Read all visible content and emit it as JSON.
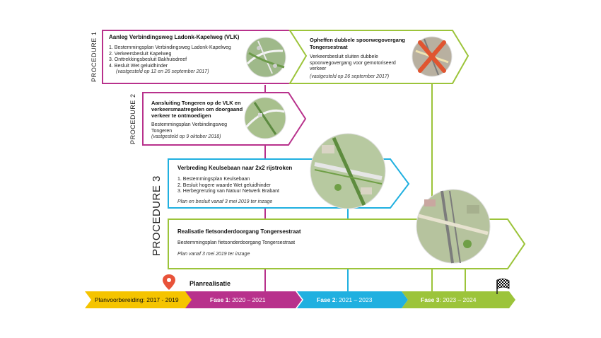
{
  "procedures": {
    "p1": "PROCEDURE 1",
    "p2": "PROCEDURE 2",
    "p3": "PROCEDURE 3"
  },
  "boxes": {
    "vlk": {
      "title": "Aanleg Verbindingsweg Ladonk-Kapelweg (VLK)",
      "items": [
        "1. Bestemmingsplan Verbindingsweg Ladonk-Kapelweg",
        "2. Verkeersbesluit Kapelweg",
        "3. Onttrekkingsbesluit Bakhuisdreef",
        "4. Besluit Wet geluidhinder"
      ],
      "note": "(vastgesteld op 12 en 26 september 2017)"
    },
    "spoor": {
      "title": "Opheffen dubbele spoorwegovergang Tongersestraat",
      "body": "Verkeersbesluit sluiten dubbele spoorwegovergang voor gemotoriseerd verkeer",
      "note": "(vastgesteld op 26 september 2017)"
    },
    "tongeren": {
      "title": "Aansluiting Tongeren op de VLK en verkeersmaatregelen om doorgaand verkeer te ontmoedigen",
      "body": "Bestemmingsplan Verbindingsweg Tongeren",
      "note": "(vastgesteld op 9 oktober 2018)"
    },
    "keulse": {
      "title": "Verbreding Keulsebaan naar 2x2 rijstroken",
      "items": [
        "1. Bestemmingsplan Keulsebaan",
        "2. Besluit hogere waarde Wet geluidhinder",
        "3. Herbegrenzing van Natuur Netwerk Brabant"
      ],
      "note": "Plan en besluit vanaf 3 mei 2019 ter inzage"
    },
    "fiets": {
      "title": "Realisatie fietsonderdoorgang Tongersestraat",
      "body": "Bestemmingsplan fietsonderdoorgang Tongersestraat",
      "note": "Plan vanaf 3 mei 2019 ter inzage"
    }
  },
  "timeline": {
    "planrealisatie": "Planrealisatie",
    "phases": [
      {
        "label": "Planvoorbereiding:  2017 - 2019",
        "color": "#f5c400"
      },
      {
        "label_bold": "Fase 1",
        "label_rest": ": 2020 – 2021",
        "color": "#b8318c"
      },
      {
        "label_bold": "Fase 2",
        "label_rest": ":  2021 – 2023",
        "color": "#20b0e0"
      },
      {
        "label_bold": "Fase 3",
        "label_rest": ":  2023 – 2024",
        "color": "#9cc43a"
      }
    ]
  },
  "colors": {
    "magenta": "#b8318c",
    "cyan": "#20b0e0",
    "green": "#9cc43a",
    "yellow": "#f5c400",
    "pin": "#e8533a"
  },
  "icons": {
    "pin": "location-pin-icon",
    "finish": "checkered-flag-icon"
  }
}
